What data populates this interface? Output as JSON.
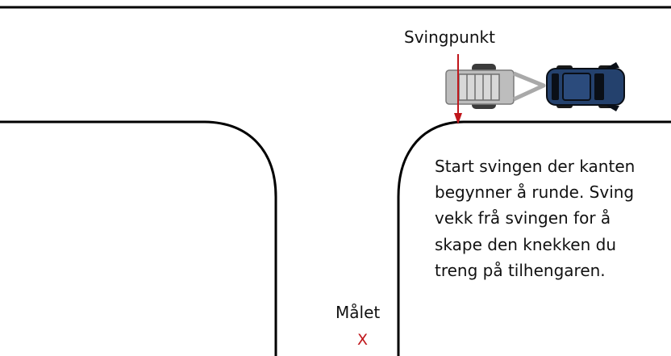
{
  "labels": {
    "turn_point": "Svingpunkt",
    "target": "Målet",
    "target_mark": "X",
    "instruction_lines": [
      "Start svingen der kanten",
      "begynner å runde. Sving",
      "vekk frå svingen for å",
      "skape den knekken du",
      "treng på tilhengaren."
    ]
  },
  "colors": {
    "road_edge": "#000000",
    "car_body": "#24416d",
    "car_dark": "#0a0f17",
    "trailer_body": "#bdbdbd",
    "trailer_outline": "#7a7a7a",
    "tow_bar": "#a9a9a9",
    "tire": "#3b3b3b",
    "turn_marker": "#c0161b",
    "target_mark": "#c0161b"
  },
  "icons": {
    "car": "car-top-view-icon",
    "trailer": "trailer-top-view-icon",
    "turn_marker": "down-arrow-icon"
  }
}
